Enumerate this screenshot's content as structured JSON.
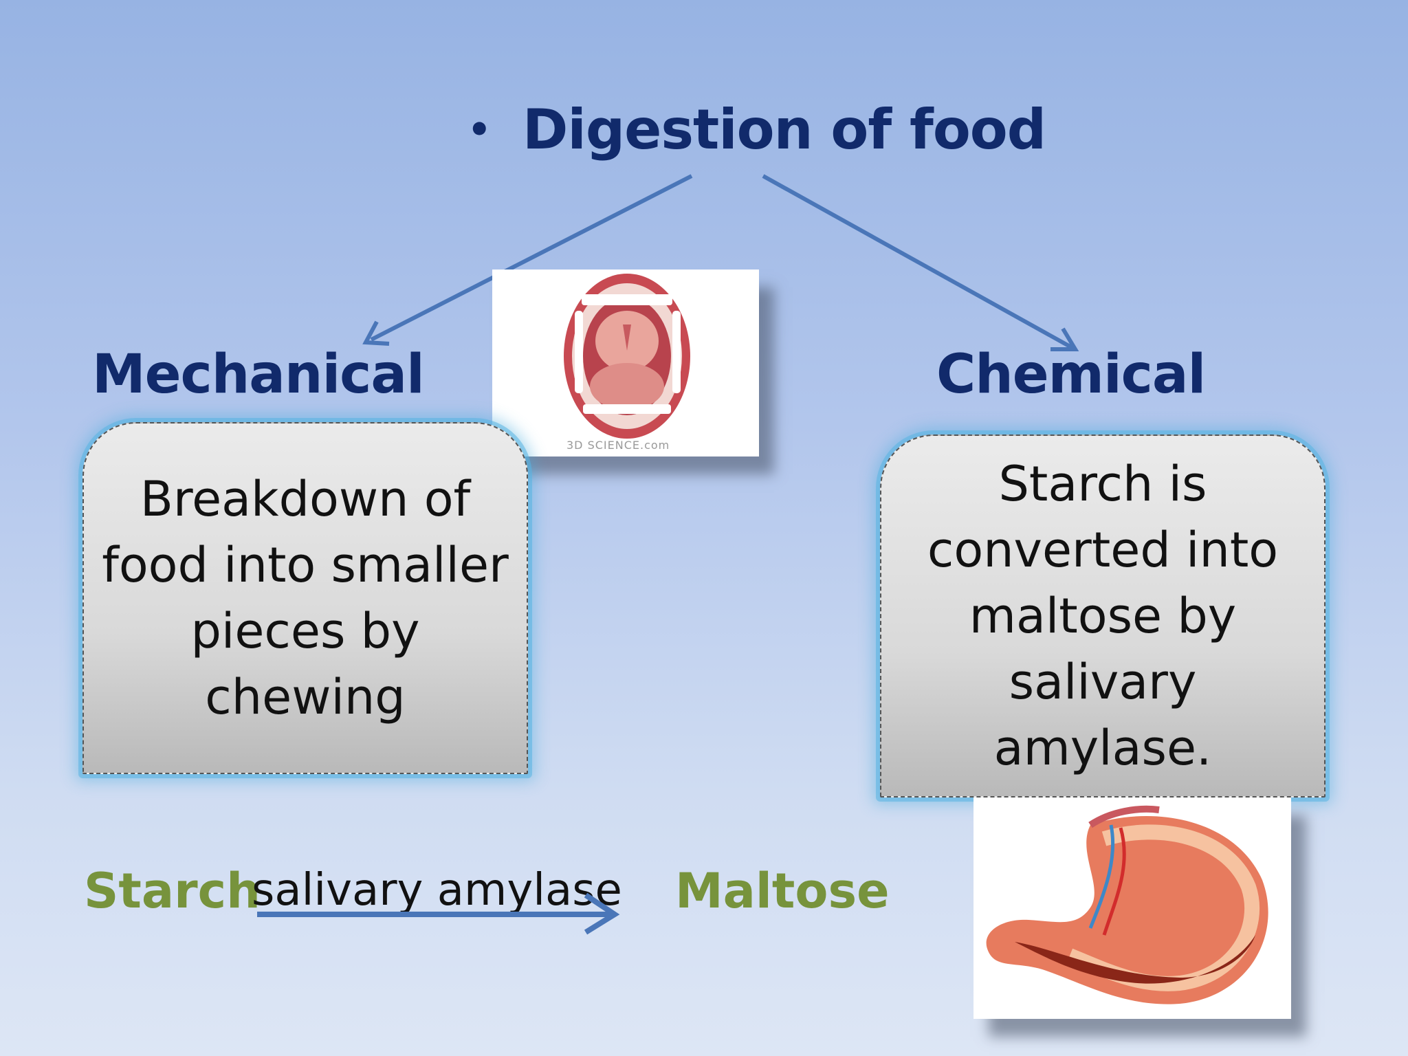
{
  "slide": {
    "title": "Digestion of food",
    "bullet": "•",
    "branches": [
      {
        "heading": "Mechanical",
        "description": "Breakdown of food into smaller pieces by chewing",
        "image": "open-mouth-illustration",
        "image_watermark": "3D SCIENCE.com"
      },
      {
        "heading": "Chemical",
        "description": "Starch is converted into maltose by salivary amylase.",
        "image": "stomach-illustration"
      }
    ],
    "reaction": {
      "reactant": "Starch",
      "enzyme": "salivary amylase",
      "product": "Maltose"
    }
  },
  "colors": {
    "title": "#112a6b",
    "arrows": "#4a76b8",
    "reaction_terms": "#77933c",
    "box_glow": "#4fb0e0"
  }
}
